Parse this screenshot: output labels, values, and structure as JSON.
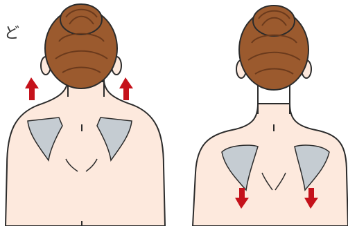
{
  "text": {
    "corner_glyph": "ど"
  },
  "colors": {
    "skin": "#fde9dd",
    "hair": "#9b5a2e",
    "hair_dark": "#6b3a1c",
    "outline": "#2b2b2b",
    "blade": "#c5ccd2",
    "arrow": "#c5121b"
  },
  "panels": [
    {
      "name": "shoulders-raised",
      "arrow_icon": "arrow-up-icon",
      "blade_position": "high"
    },
    {
      "name": "shoulders-lowered",
      "arrow_icon": "arrow-down-icon",
      "blade_position": "low"
    }
  ]
}
